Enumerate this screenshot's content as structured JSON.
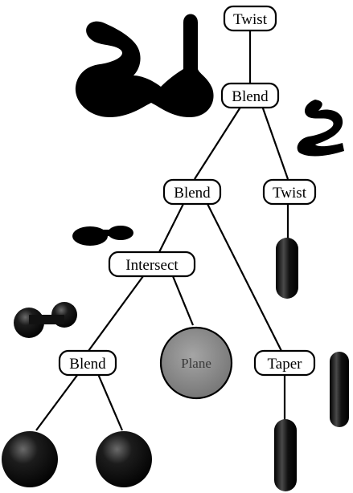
{
  "tree": {
    "root": {
      "label": "Twist"
    },
    "blend_top": {
      "label": "Blend"
    },
    "blend_mid": {
      "label": "Blend"
    },
    "twist_right": {
      "label": "Twist"
    },
    "intersect": {
      "label": "Intersect"
    },
    "blend_low": {
      "label": "Blend"
    },
    "plane": {
      "label": "Plane"
    },
    "taper": {
      "label": "Taper"
    }
  },
  "icons": {
    "result_full": "black-blend-shape-icon",
    "result_twist": "twisted-s-shape-icon",
    "result_blend": "dumbbell-shape-icon",
    "result_intersect": "two-sphere-shape-icon",
    "result_taper": "tall-capsule-shape-icon",
    "leaf_sphere": "sphere-icon",
    "leaf_capsule": "capsule-icon"
  },
  "colors": {
    "ink": "#000000",
    "plane_fill": "#8a8a8a",
    "background": "#ffffff"
  }
}
